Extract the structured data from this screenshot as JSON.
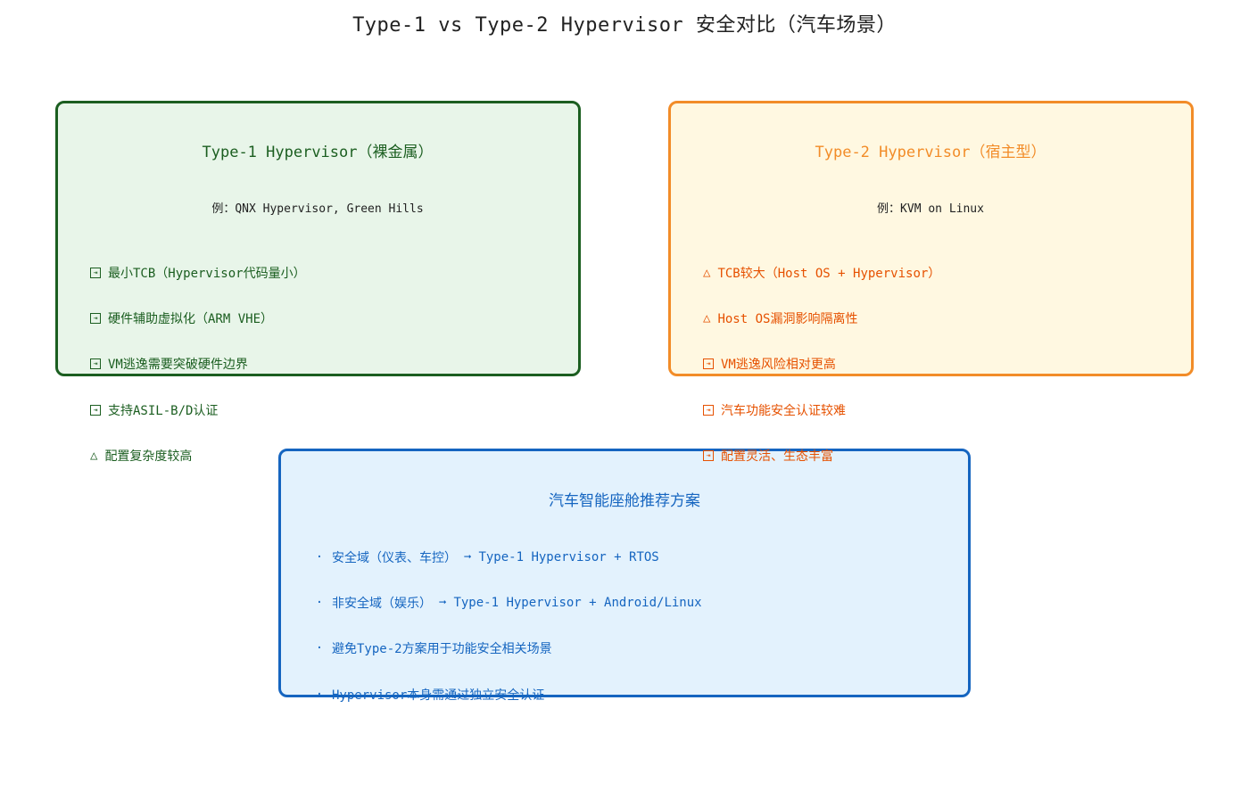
{
  "title": "Type-1 vs Type-2 Hypervisor 安全对比（汽车场景）",
  "type1": {
    "title": "Type-1 Hypervisor（裸金属）",
    "example": "例：QNX Hypervisor, Green Hills",
    "items": [
      {
        "icon": "check-box-icon",
        "text": "最小TCB（Hypervisor代码量小）"
      },
      {
        "icon": "check-box-icon",
        "text": "硬件辅助虚拟化（ARM VHE）"
      },
      {
        "icon": "check-box-icon",
        "text": "VM逃逸需要突破硬件边界"
      },
      {
        "icon": "check-box-icon",
        "text": "支持ASIL-B/D认证"
      },
      {
        "icon": "warning-triangle-icon",
        "text": "配置复杂度较高"
      }
    ]
  },
  "type2": {
    "title": "Type-2 Hypervisor（宿主型）",
    "example": "例：KVM on Linux",
    "items": [
      {
        "icon": "warning-triangle-icon",
        "text": "TCB较大（Host OS + Hypervisor）"
      },
      {
        "icon": "warning-triangle-icon",
        "text": "Host OS漏洞影响隔离性"
      },
      {
        "icon": "check-box-icon",
        "text": "VM逃逸风险相对更高"
      },
      {
        "icon": "check-box-icon",
        "text": "汽车功能安全认证较难"
      },
      {
        "icon": "check-box-icon",
        "text": "配置灵活、生态丰富"
      }
    ]
  },
  "recommendation": {
    "title": "汽车智能座舱推荐方案",
    "items": [
      {
        "prefix": "安全域（仪表、车控）",
        "arrow": "➞",
        "suffix": "Type-1 Hypervisor + RTOS"
      },
      {
        "prefix": "非安全域（娱乐）",
        "arrow": "➞",
        "suffix": "Type-1 Hypervisor + Android/Linux"
      },
      {
        "prefix": "避免Type-2方案用于功能安全相关场景",
        "arrow": "",
        "suffix": ""
      },
      {
        "prefix": "Hypervisor本身需通过独立安全认证",
        "arrow": "",
        "suffix": ""
      }
    ]
  },
  "colors": {
    "type1_border": "#1b5e20",
    "type1_fill": "#e8f5e9",
    "type2_border": "#f28c28",
    "type2_fill": "#fff8e1",
    "reco_border": "#1565c0",
    "reco_fill": "#e3f2fd"
  }
}
